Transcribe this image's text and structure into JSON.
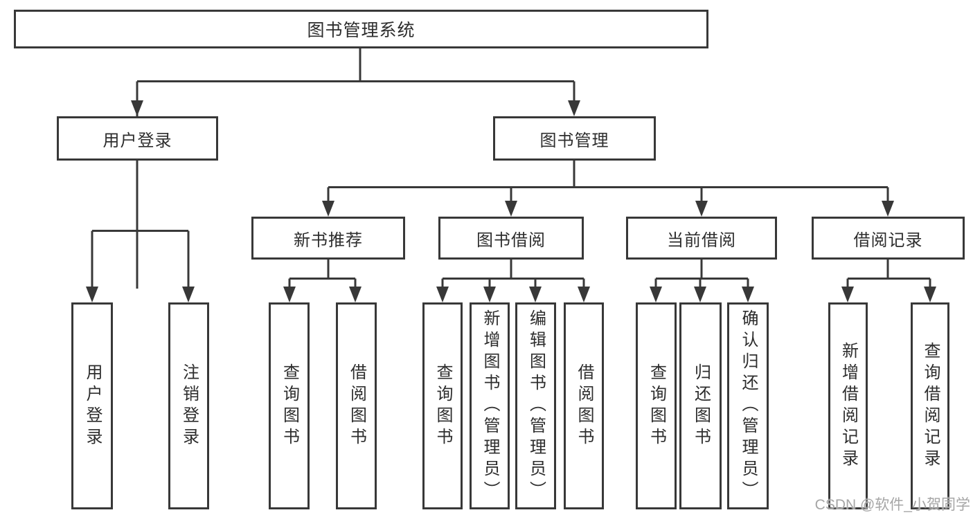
{
  "tree": {
    "root": {
      "label": "图书管理系统"
    },
    "branches": [
      {
        "label": "用户登录",
        "leaves": [
          "用户登录",
          "注销登录"
        ]
      },
      {
        "label": "图书管理",
        "groups": [
          {
            "label": "新书推荐",
            "leaves": [
              "查询图书",
              "借阅图书"
            ]
          },
          {
            "label": "图书借阅",
            "leaves": [
              "查询图书",
              "新增图书（管理员）",
              "编辑图书（管理员）",
              "借阅图书"
            ]
          },
          {
            "label": "当前借阅",
            "leaves": [
              "查询图书",
              "归还图书",
              "确认归还（管理员）"
            ]
          },
          {
            "label": "借阅记录",
            "leaves": [
              "新增借阅记录",
              "查询借阅记录"
            ]
          }
        ]
      }
    ]
  },
  "watermark": {
    "text": "CSDN @软件_小贺同学"
  },
  "colors": {
    "line": "#383838",
    "text": "#2d2d2d",
    "watermark": "#a6a6a6",
    "background": "#ffffff"
  }
}
